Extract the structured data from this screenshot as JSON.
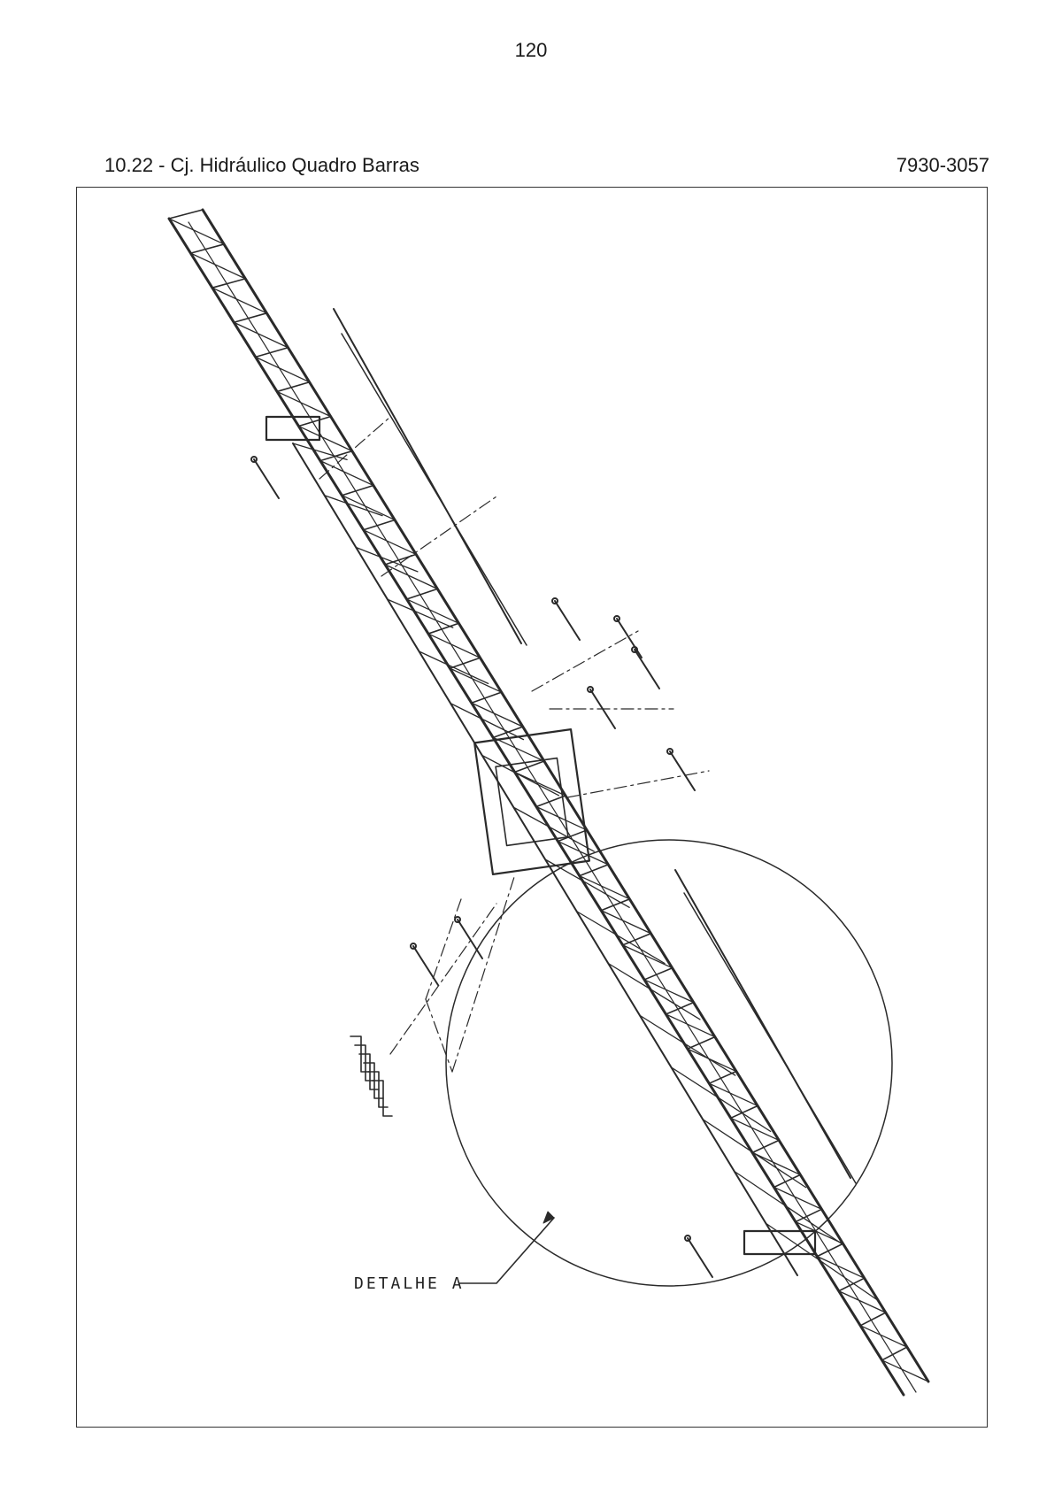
{
  "page": {
    "number": "120"
  },
  "header": {
    "title": "10.22 - Cj. Hidráulico Quadro Barras",
    "code": "7930-3057"
  },
  "drawing": {
    "detail_label": "DETALHE A",
    "line_color": "#2a2a2a"
  }
}
